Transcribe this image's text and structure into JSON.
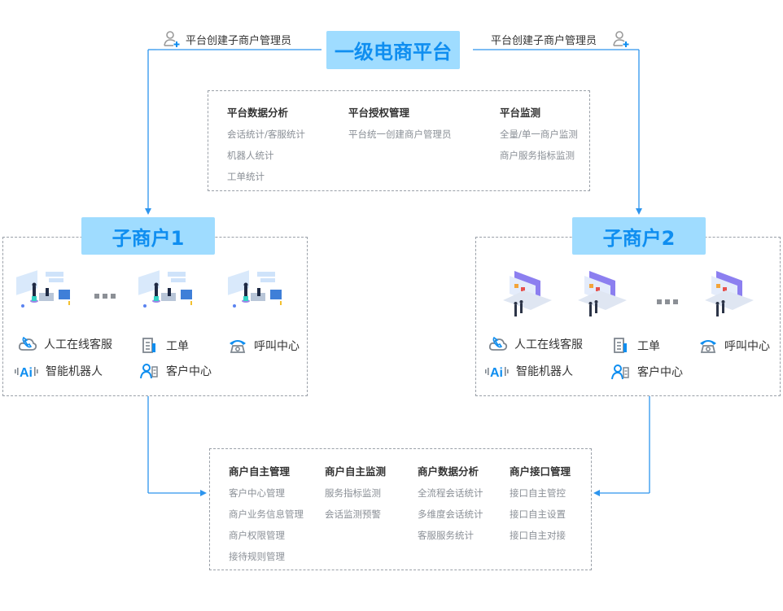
{
  "platform": {
    "title": "一级电商平台",
    "admin_left_label": "平台创建子商户管理员",
    "admin_right_label": "平台创建子商户管理员",
    "features": [
      {
        "title": "平台数据分析",
        "items": [
          "会话统计/客服统计",
          "机器人统计",
          "工单统计"
        ]
      },
      {
        "title": "平台授权管理",
        "items": [
          "平台统一创建商户管理员"
        ]
      },
      {
        "title": "平台监测",
        "items": [
          "全量/单一商户监测",
          "商户服务指标监测"
        ]
      }
    ]
  },
  "merchants": [
    {
      "title": "子商户1",
      "illustration": "customer-service-team-illustration",
      "services": [
        "人工在线客服",
        "工单",
        "呼叫中心",
        "智能机器人",
        "客户中心"
      ]
    },
    {
      "title": "子商户2",
      "illustration": "laptop-business-illustration",
      "services": [
        "人工在线客服",
        "工单",
        "呼叫中心",
        "智能机器人",
        "客户中心"
      ]
    }
  ],
  "merchant_capabilities": [
    {
      "title": "商户自主管理",
      "items": [
        "客户中心管理",
        "商户业务信息管理",
        "商户权限管理",
        "接待规则管理"
      ]
    },
    {
      "title": "商户自主监测",
      "items": [
        "服务指标监测",
        "会话监测预警"
      ]
    },
    {
      "title": "商户数据分析",
      "items": [
        "全流程会话统计",
        "多维度会话统计",
        "客服服务统计"
      ]
    },
    {
      "title": "商户接口管理",
      "items": [
        "接口自主管控",
        "接口自主设置",
        "接口自主对接"
      ]
    }
  ],
  "icons": {
    "admin": "user-add-icon",
    "online_service": "phone-cloud-icon",
    "ticket": "document-icon",
    "call_center": "telephone-icon",
    "robot": "ai-voice-icon",
    "customer_center": "user-card-icon"
  },
  "colors": {
    "accent": "#0f8ef0",
    "title_bg": "#9fdcff",
    "line": "#2d95ee",
    "dash": "#9aa0a8"
  }
}
